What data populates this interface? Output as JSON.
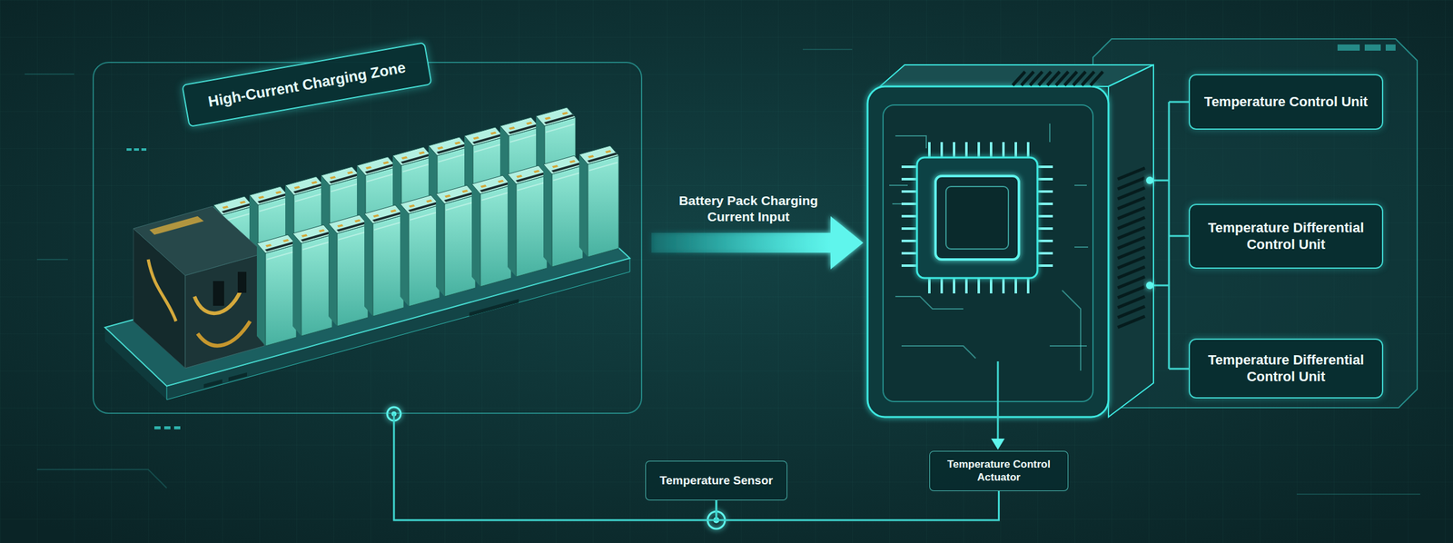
{
  "diagram": {
    "nodes": [
      {
        "text": [
          "High-Current Charging Zone"
        ]
      },
      {
        "text": [
          "Temperature Control Unit"
        ]
      },
      {
        "text": [
          "Temperature Differential Control Unit"
        ]
      },
      {
        "text": [
          "Temperature Differential Control Unit"
        ]
      },
      {
        "text": [
          "Temperature Sensor"
        ]
      },
      {
        "text": [
          "Temperature Control Actuator"
        ]
      }
    ],
    "edges": [
      {
        "from": 0,
        "to": 4,
        "arrow": "none"
      },
      {
        "from": 4,
        "to": 5,
        "arrow": "none"
      }
    ],
    "labels": [
      "Battery Pack Charging Current Input"
    ]
  }
}
